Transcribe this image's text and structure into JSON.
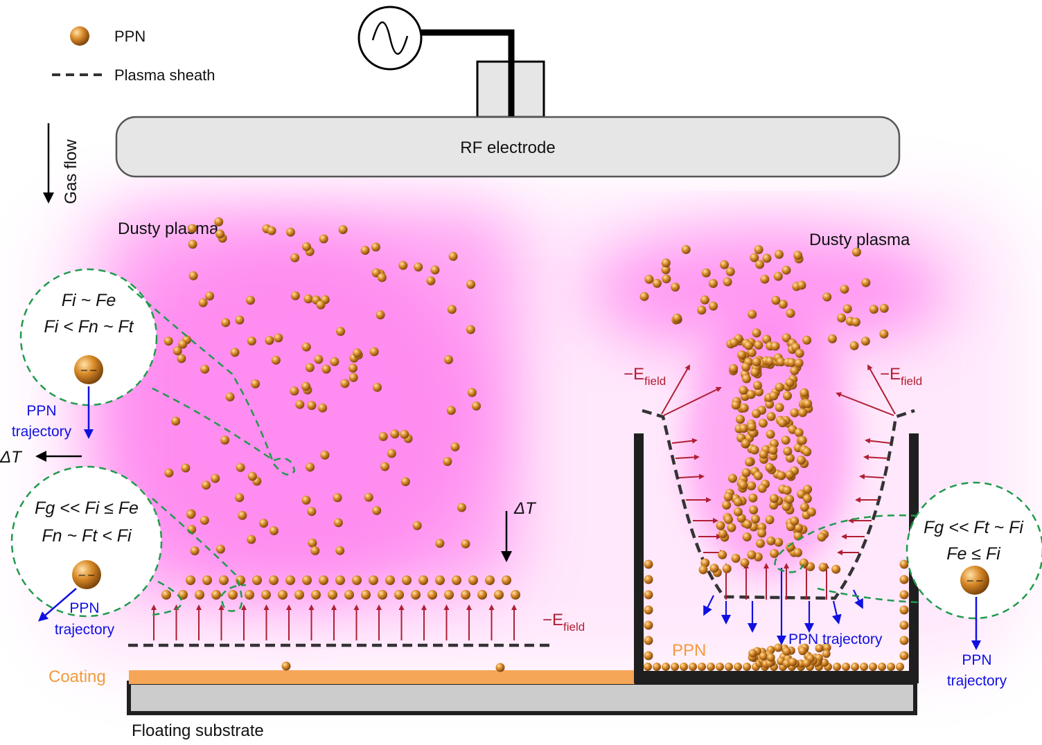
{
  "legend": {
    "ppn_label": "PPN",
    "sheath_label": "Plasma sheath"
  },
  "labels": {
    "rf_electrode": "RF electrode",
    "gas_flow": "Gas flow",
    "dusty_plasma_left": "Dusty plasma",
    "dusty_plasma_right": "Dusty plasma",
    "coating": "Coating",
    "floating_substrate": "Floating substrate",
    "ppn_deposit": "PPN",
    "delta_t_left": "ΔT",
    "delta_t_mid": "ΔT",
    "efield_base": "−E",
    "efield_sub": "field",
    "ppn_trajectory_line1": "PPN",
    "ppn_trajectory_line2": "trajectory",
    "ppn_trajectory_inline": "PPN trajectory"
  },
  "equations": {
    "upper_left_line1": "Fi ~ Fe",
    "upper_left_line2": "Fi < Fn ~ Ft",
    "lower_left_line1": "Fg << Fi ≤ Fe",
    "lower_left_line2": "Fn ~ Ft < Fi",
    "right_line1": "Fg << Ft ~ Fi",
    "right_line2": "Fe ≤ Fi"
  },
  "colors": {
    "plasma": "#ff77ee",
    "particle": "#c8761a",
    "efield_arrow": "#b01e33",
    "trajectory": "#1010e0",
    "inset_border": "#1f9a4c",
    "coating": "#f6a657",
    "electrode": "#e6e6e6",
    "substrate": "#cccccc"
  },
  "icons": {
    "rf_source": "sine-wave-icon",
    "particle": "sphere-icon"
  }
}
